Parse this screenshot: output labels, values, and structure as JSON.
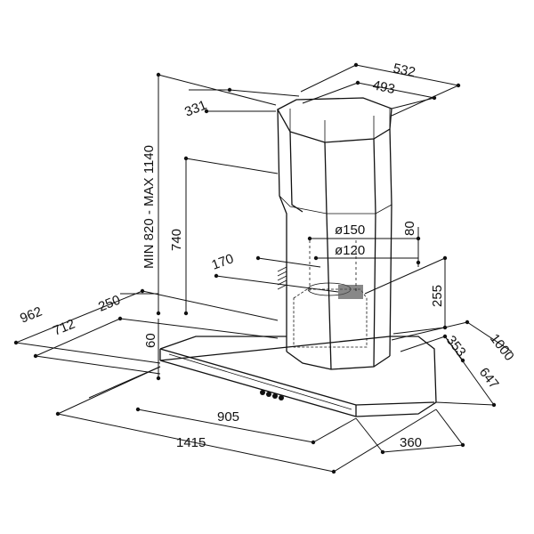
{
  "dimensions": {
    "top_width_outer": "532",
    "top_width_inner": "493",
    "top_depth": "331",
    "chimney_height": "MIN 820 - MAX 1140",
    "chimney_lower": "740",
    "duct_large": "ø150",
    "duct_small": "ø120",
    "offset_80": "80",
    "offset_170": "170",
    "offset_255": "255",
    "depth_962": "962",
    "depth_712": "712",
    "depth_250": "250",
    "canopy_height": "60",
    "width_353": "353",
    "width_1000": "1000",
    "width_647": "647",
    "front_905": "905",
    "front_1415": "1415",
    "side_360": "360"
  },
  "colors": {
    "line": "#111111",
    "background": "#ffffff"
  }
}
